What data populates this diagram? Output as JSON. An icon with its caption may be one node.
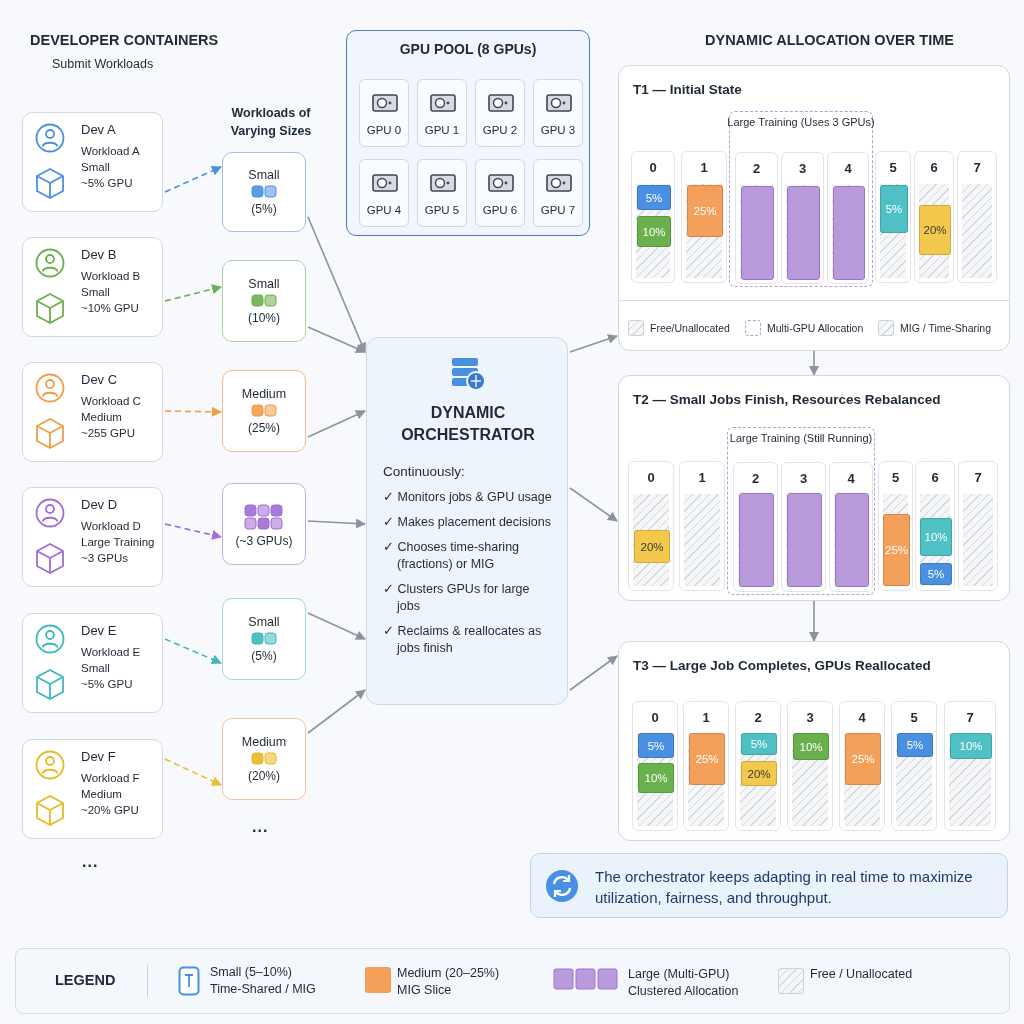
{
  "diagram": {
    "nodes": [
      {
        "text": [
          "Dev A",
          "Workload A",
          "Small",
          "~5% GPU"
        ]
      },
      {
        "text": [
          "Dev B",
          "Workload B",
          "Small",
          "~10% GPU"
        ]
      },
      {
        "text": [
          "Dev C",
          "Workload C",
          "Medium",
          "~255 GPU"
        ]
      },
      {
        "text": [
          "Dev D",
          "Workload D",
          "Large Training",
          "~3 GPUs"
        ]
      },
      {
        "text": [
          "Dev E",
          "Workload E",
          "Small",
          "~5% GPU"
        ]
      },
      {
        "text": [
          "Dev F",
          "Workload F",
          "Medium",
          "~20% GPU"
        ]
      },
      {
        "text": [
          "Small",
          "(5%)"
        ]
      },
      {
        "text": [
          "Small",
          "(10%)"
        ]
      },
      {
        "text": [
          "Medium",
          "(25%)"
        ]
      },
      {
        "text": [
          "(~3 GPUs)"
        ]
      },
      {
        "text": [
          "Small",
          "(5%)"
        ]
      },
      {
        "text": [
          "Medium",
          "(20%)"
        ]
      },
      {
        "text": [
          "GPU POOL (8 GPUs)"
        ]
      },
      {
        "text": [
          "GPU 0"
        ],
        "in": 12
      },
      {
        "text": [
          "GPU 1"
        ],
        "in": 12
      },
      {
        "text": [
          "GPU 2"
        ],
        "in": 12
      },
      {
        "text": [
          "GPU 3"
        ],
        "in": 12
      },
      {
        "text": [
          "GPU 4"
        ],
        "in": 12
      },
      {
        "text": [
          "GPU 5"
        ],
        "in": 12
      },
      {
        "text": [
          "GPU 6"
        ],
        "in": 12
      },
      {
        "text": [
          "GPU 7"
        ],
        "in": 12
      },
      {
        "text": [
          "DYNAMIC ORCHESTRATOR",
          "Continuously:",
          "✓ Monitors jobs & GPU usage",
          "✓ Makes placement decisions",
          "✓ Chooses time-sharing (fractions) or MIG",
          "✓ Clusters GPUs for large jobs",
          "✓ Reclaims & reallocates as jobs finish"
        ]
      },
      {
        "text": [
          "T1 — Initial State"
        ]
      },
      {
        "text": [
          "Large Training (Uses 3 GPUs)"
        ],
        "in": 22
      },
      {
        "text": [
          "0"
        ],
        "in": 22
      },
      {
        "text": [
          "5%"
        ],
        "in": 24
      },
      {
        "text": [
          "10%"
        ],
        "in": 24
      },
      {
        "text": [
          "1"
        ],
        "in": 22
      },
      {
        "text": [
          "25%"
        ],
        "in": 27
      },
      {
        "text": [
          "2"
        ],
        "in": 23
      },
      {
        "text": [],
        "shape": "box",
        "in": 29
      },
      {
        "text": [
          "3"
        ],
        "in": 23
      },
      {
        "text": [],
        "shape": "box",
        "in": 31
      },
      {
        "text": [
          "4"
        ],
        "in": 23
      },
      {
        "text": [],
        "shape": "box",
        "in": 33
      },
      {
        "text": [
          "5"
        ],
        "in": 22
      },
      {
        "text": [
          "5%"
        ],
        "in": 35
      },
      {
        "text": [
          "6"
        ],
        "in": 22
      },
      {
        "text": [
          "20%"
        ],
        "in": 37
      },
      {
        "text": [
          "7"
        ],
        "in": 22
      },
      {
        "text": [
          "T2 — Small Jobs Finish, Resources Rebalanced"
        ]
      },
      {
        "text": [
          "Large Training (Still Running)"
        ],
        "in": 40
      },
      {
        "text": [
          "0"
        ],
        "in": 40
      },
      {
        "text": [
          "20%"
        ],
        "in": 42
      },
      {
        "text": [
          "1"
        ],
        "in": 40
      },
      {
        "text": [
          "2"
        ],
        "in": 41
      },
      {
        "text": [],
        "shape": "box",
        "in": 45
      },
      {
        "text": [
          "3"
        ],
        "in": 41
      },
      {
        "text": [],
        "shape": "box",
        "in": 47
      },
      {
        "text": [
          "4"
        ],
        "in": 41
      },
      {
        "text": [],
        "shape": "box",
        "in": 49
      },
      {
        "text": [
          "5"
        ],
        "in": 40
      },
      {
        "text": [
          "25%"
        ],
        "in": 51
      },
      {
        "text": [
          "6"
        ],
        "in": 40
      },
      {
        "text": [
          "10%"
        ],
        "in": 53
      },
      {
        "text": [
          "5%"
        ],
        "in": 53
      },
      {
        "text": [
          "7"
        ],
        "in": 40
      },
      {
        "text": [
          "T3 — Large Job Completes, GPUs Reallocated"
        ]
      },
      {
        "text": [
          "0"
        ],
        "in": 57
      },
      {
        "text": [
          "5%"
        ],
        "in": 58
      },
      {
        "text": [
          "10%"
        ],
        "in": 58
      },
      {
        "text": [
          "1"
        ],
        "in": 57
      },
      {
        "text": [
          "25%"
        ],
        "in": 61
      },
      {
        "text": [
          "2"
        ],
        "in": 57
      },
      {
        "text": [
          "5%"
        ],
        "in": 63
      },
      {
        "text": [
          "20%"
        ],
        "in": 63
      },
      {
        "text": [
          "3"
        ],
        "in": 57
      },
      {
        "text": [
          "10%"
        ],
        "in": 66
      },
      {
        "text": [
          "4"
        ],
        "in": 57
      },
      {
        "text": [
          "25%"
        ],
        "in": 68
      },
      {
        "text": [
          "5"
        ],
        "in": 57
      },
      {
        "text": [
          "5%"
        ],
        "in": 70
      },
      {
        "text": [
          "7"
        ],
        "in": 57
      },
      {
        "text": [
          "10%"
        ],
        "in": 72
      },
      {
        "text": [
          "The orchestrator keeps adapting in real time to maximize utilization, fairness, and throughput."
        ]
      }
    ],
    "edges": [
      {
        "from": 0,
        "to": 6,
        "arrow": "to",
        "style": "dashed",
        "color": "#4a90e2"
      },
      {
        "from": 1,
        "to": 7,
        "arrow": "to",
        "style": "dashed",
        "color": "#6ab04c"
      },
      {
        "from": 2,
        "to": 8,
        "arrow": "to",
        "style": "dashed",
        "color": "#f39c4a"
      },
      {
        "from": 3,
        "to": 9,
        "arrow": "to",
        "style": "dashed",
        "color": "#a06cd5"
      },
      {
        "from": 4,
        "to": 10,
        "arrow": "to",
        "style": "dashed",
        "color": "#3fb8bd"
      },
      {
        "from": 5,
        "to": 11,
        "arrow": "to",
        "style": "dashed",
        "color": "#e8c030"
      },
      {
        "from": 6,
        "to": 21,
        "arrow": "to"
      },
      {
        "from": 7,
        "to": 21,
        "arrow": "to"
      },
      {
        "from": 8,
        "to": 21,
        "arrow": "to"
      },
      {
        "from": 9,
        "to": 21,
        "arrow": "to"
      },
      {
        "from": 10,
        "to": 21,
        "arrow": "to"
      },
      {
        "from": 11,
        "to": 21,
        "arrow": "to"
      },
      {
        "from": 21,
        "to": 22,
        "arrow": "to"
      },
      {
        "from": 21,
        "to": 40,
        "arrow": "to"
      },
      {
        "from": 21,
        "to": 57,
        "arrow": "to"
      },
      {
        "from": 22,
        "to": 40,
        "arrow": "to"
      },
      {
        "from": 40,
        "to": 57,
        "arrow": "to"
      }
    ],
    "labels": [
      "DEVELOPER CONTAINERS",
      "Submit Workloads",
      "DYNAMIC ALLOCATION OVER TIME",
      "Workloads of Varying Sizes",
      "...",
      "...",
      "LEGEND"
    ],
    "legend": [
      {
        "text": "Free/Unallocated"
      },
      {
        "text": "Multi-GPU Allocation"
      },
      {
        "text": "MIG / Time-Sharing"
      },
      {
        "text": "Small (5–10%) Time-Shared / MIG"
      },
      {
        "text": "Medium (20–25%) MIG Slice",
        "color": "#f5a05a"
      },
      {
        "text": "Large (Multi-GPU) Clustered Allocation"
      },
      {
        "text": "Free / Unallocated"
      }
    ]
  }
}
